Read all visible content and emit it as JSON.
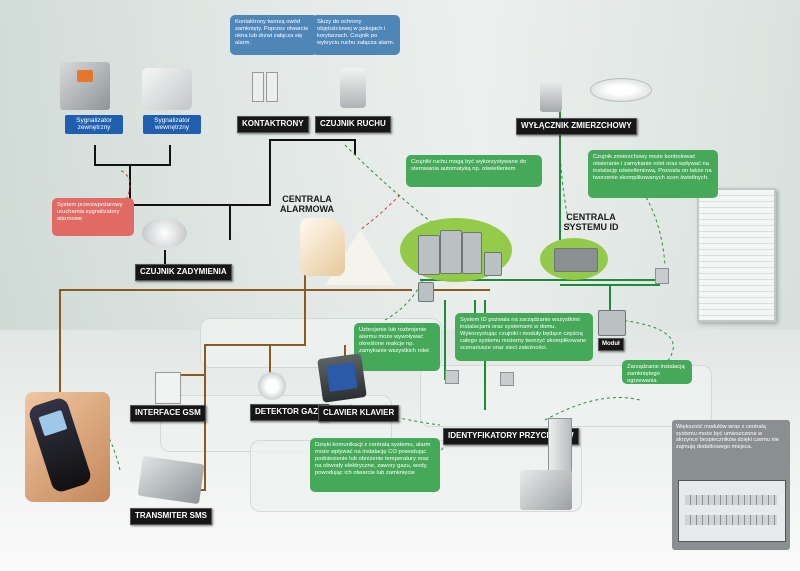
{
  "devices": {
    "sygnalizator_zewnetrzny": "Sygnalizator zewnętrzny",
    "sygnalizator_wewnetrzny": "Sygnalizator wewnętrzny",
    "kontaktrony": "KONTAKTRONY",
    "czujnik_ruchu": "CZUJNIK RUCHU",
    "wylacznik_zmierzchowy": "WYŁĄCZNIK ZMIERZCHOWY",
    "centrala_alarmowa": "CENTRALA ALARMOWA",
    "centrala_systemu_id": "CENTRALA SYSTEMU ID",
    "czujnik_zadymienia": "CZUJNIK ZADYMIENIA",
    "interface_gsm": "INTERFACE GSM",
    "detektor_gazu": "DETEKTOR GAZU",
    "clavier": "CLAVIER KLAVIER",
    "identyfikatory": "IDENTYFIKATORY PRZYCISKÓW",
    "transmiter_sms": "TRANSMITER SMS",
    "modul": "Moduł"
  },
  "notes": {
    "kontaktrony_note": "Kontaktrony tworzą owód zamknięty. Poprzez otwarcie okna lub drzwi załącza się alarm.",
    "czujnik_ruchu_note": "Służy do ochrony objętościowej w pokojach i korytarzach. Czujnik po wykryciu ruchu załącza alarm.",
    "system_note": "System przeciwpożarowy uruchamia sygnalizatory alarmowe",
    "czujnik_ruchu_scen": "Czujniki ruchu mogą być wykorzystywane do sterowania automatyką np. oświetleniem",
    "zmierzch_note": "Czujnik zmierzchowy może kontrolować otwieranie i zamykanie rolet oraz wpływać na instalację oświetleniową. Pozwala on także na tworzenie skomplikowanych scen świetlnych.",
    "uzbrojenie_note": "Uzbrojenie lub rozbrojenie alarmu może wywoływać określone reakcje np. zamykanie wszystkich rolet",
    "system_id_note": "System ID pozwala na zarządzanie wszystkimi instalacjami oraz systemami w domu. Wykorzystując czujniki i moduły będące częścią całego systemu możemy tworzyć skomplikowane scenariusze oraz sieci zależności.",
    "ogrzewanie_note": "Zarządzanie instalacją zamkniętego ogrzewania",
    "gaz_note": "Dzięki komunikacji z centralą systemu, alarm może wpływać na instalację CO powodując podniesienie lub obniżenie temperatury oraz na obwody elektryczne, zawory gazu, wody, powodując ich otwarcie lub zamknięcie",
    "panel_note": "Większość modułów wraz z centralą systemu może być umieszczona w skrzynce bezpieczników dzięki czemu nie zajmują dodatkowego miejsca."
  },
  "colors": {
    "label_bg": "#161616",
    "blue_label": "#1f5fae",
    "note_blue": "#4f86b8",
    "note_green": "#46a95a",
    "note_red": "#e06b64",
    "ellipse_green": "#8fc840",
    "wire_black": "#111111",
    "wire_brown": "#8a5a1e",
    "wire_green": "#1f8a3a"
  }
}
